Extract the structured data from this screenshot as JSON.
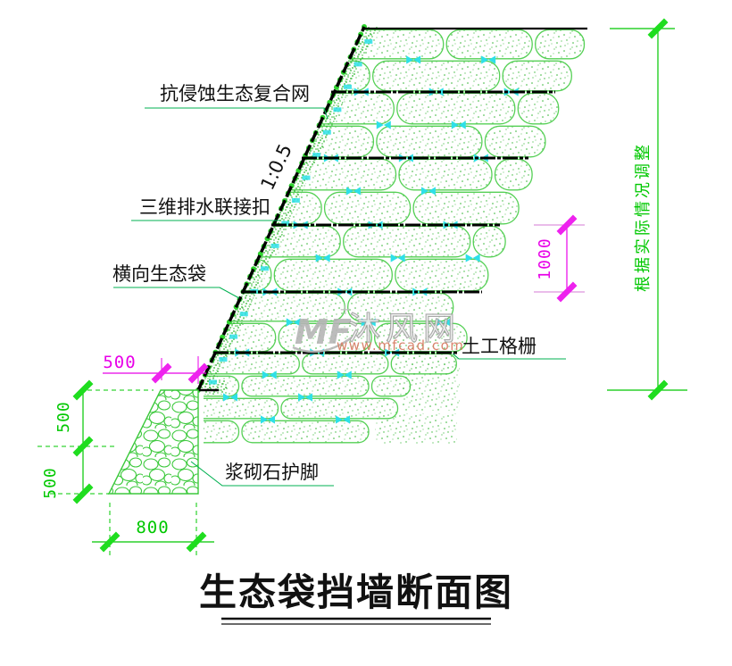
{
  "title": {
    "text": "生态袋挡墙断面图"
  },
  "callouts": {
    "anti_erosion_net": "抗侵蚀生态复合网",
    "slope_ratio": "1:0.5",
    "drainage_connector": "三维排水联接扣",
    "horizontal_ecobag": "横向生态袋",
    "geogrid": "土工格栅",
    "stone_footing": "浆砌石护脚"
  },
  "dimensions": {
    "berm_width": "500",
    "footing_upper_height": "500",
    "footing_lower_height": "500",
    "footing_bottom_width": "800",
    "geogrid_spacing": "1000",
    "wall_height_note": "根据实际情况调整"
  },
  "watermark": {
    "logo": "MF",
    "name": "沐风网",
    "url": "www.mfcad.com"
  },
  "colors": {
    "dim_green": "#00c800",
    "tick_green": "#1fdd1f",
    "dim_magenta": "#e800e8",
    "bag_outline": "#55d055",
    "speckle_green": "#35b535",
    "connector_cyan": "#2ee0e8",
    "leader_green": "#00b050",
    "line_black": "#000000",
    "watermark_gray": "#b0b0b0",
    "watermark_orange": "#d4765c"
  }
}
